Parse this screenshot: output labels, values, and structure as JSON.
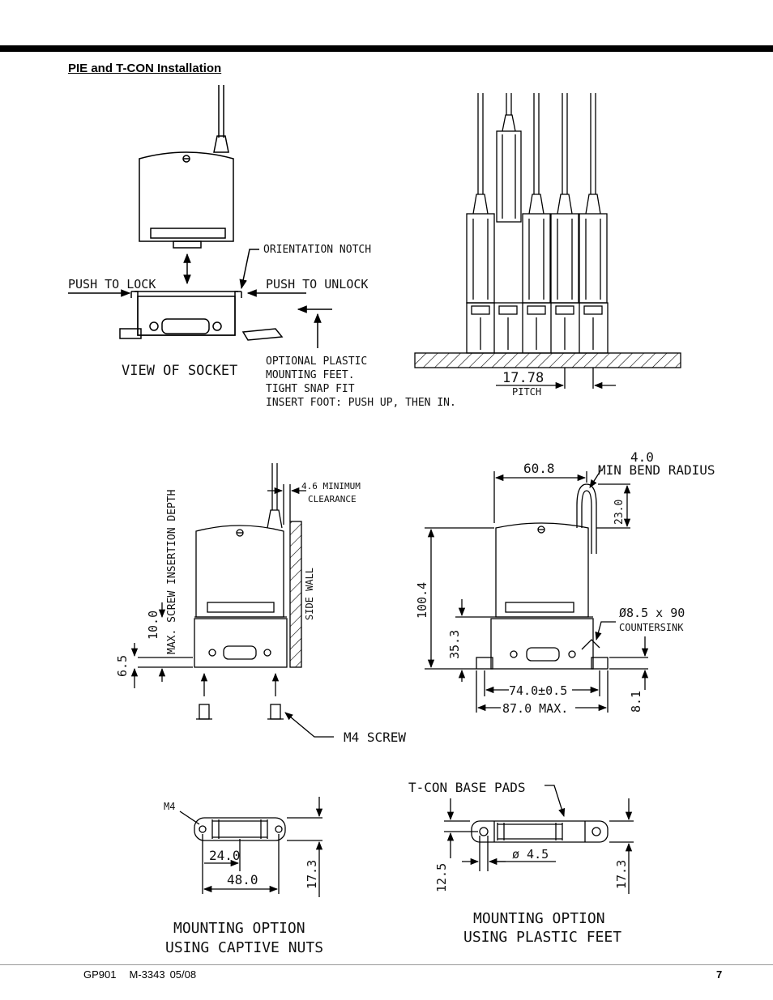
{
  "heading": "PIE and T-CON Installation",
  "fig1": {
    "orientation_notch": "ORIENTATION NOTCH",
    "push_to_lock": "PUSH TO LOCK",
    "push_to_unlock": "PUSH TO UNLOCK",
    "view_of_socket": "VIEW OF SOCKET",
    "feet_note_1": "OPTIONAL PLASTIC",
    "feet_note_2": "MOUNTING FEET.",
    "feet_note_3": "TIGHT SNAP FIT",
    "feet_note_4": "INSERT FOOT: PUSH UP, THEN IN."
  },
  "fig2": {
    "pitch_value": "17.78",
    "pitch_label": "PITCH"
  },
  "fig3": {
    "clearance_value": "4.6 MINIMUM",
    "clearance_label": "CLEARANCE",
    "screw_depth": "MAX. SCREW INSERTION DEPTH",
    "depth_value": "10.0",
    "dim_65": "6.5",
    "side_wall": "SIDE WALL",
    "m4_screw": "M4 SCREW"
  },
  "fig4": {
    "dim_608": "60.8",
    "dim_40": "4.0",
    "min_bend": "MIN BEND RADIUS",
    "dim_230": "23.0",
    "dim_1004": "100.4",
    "dim_353": "35.3",
    "countersink_value": "Ø8.5 x 90",
    "countersink_label": "COUNTERSINK",
    "dim_740": "74.0±0.5",
    "dim_870": "87.0 MAX.",
    "dim_81": "8.1"
  },
  "fig5": {
    "m4": "M4",
    "dim_240": "24.0",
    "dim_480": "48.0",
    "dim_173": "17.3",
    "caption_1": "MOUNTING OPTION",
    "caption_2": "USING CAPTIVE NUTS"
  },
  "fig6": {
    "base_pads": "T-CON BASE PADS",
    "dim_45": "ø 4.5",
    "dim_125": "12.5",
    "dim_173": "17.3",
    "caption_1": "MOUNTING OPTION",
    "caption_2": "USING PLASTIC FEET"
  },
  "footer": {
    "model": "GP901",
    "doc": "M-3343",
    "date": "05/08",
    "page": "7"
  }
}
